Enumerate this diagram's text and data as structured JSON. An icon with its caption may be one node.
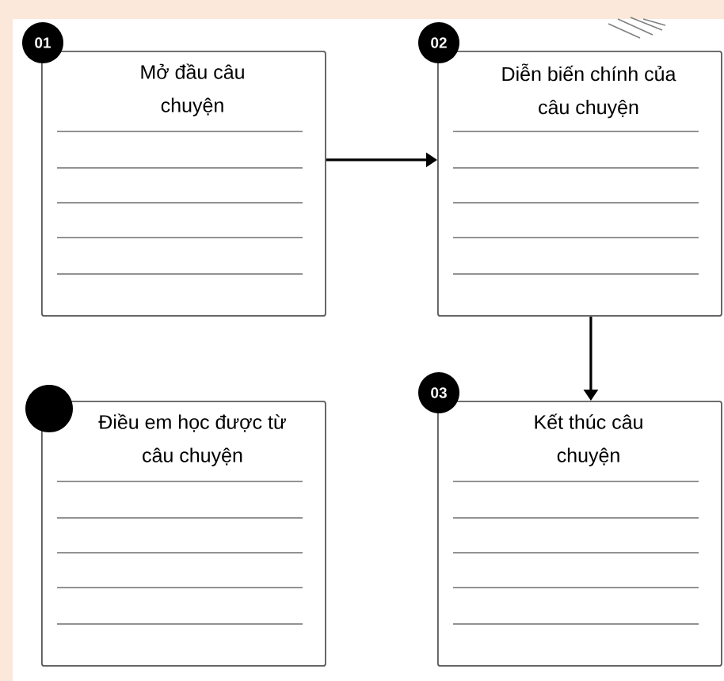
{
  "diagram": {
    "nodes": [
      {
        "text": [
          "01",
          "Mở đầu câu chuyện"
        ]
      },
      {
        "text": [
          "02",
          "Diễn biến chính của câu chuyện"
        ]
      },
      {
        "text": [
          "Điều em học được từ câu chuyện"
        ]
      },
      {
        "text": [
          "03",
          "Kết thúc câu chuyện"
        ]
      }
    ],
    "edges": [
      {
        "from": 0,
        "to": 1,
        "arrow": "to"
      },
      {
        "from": 1,
        "to": 3,
        "arrow": "to"
      }
    ]
  }
}
